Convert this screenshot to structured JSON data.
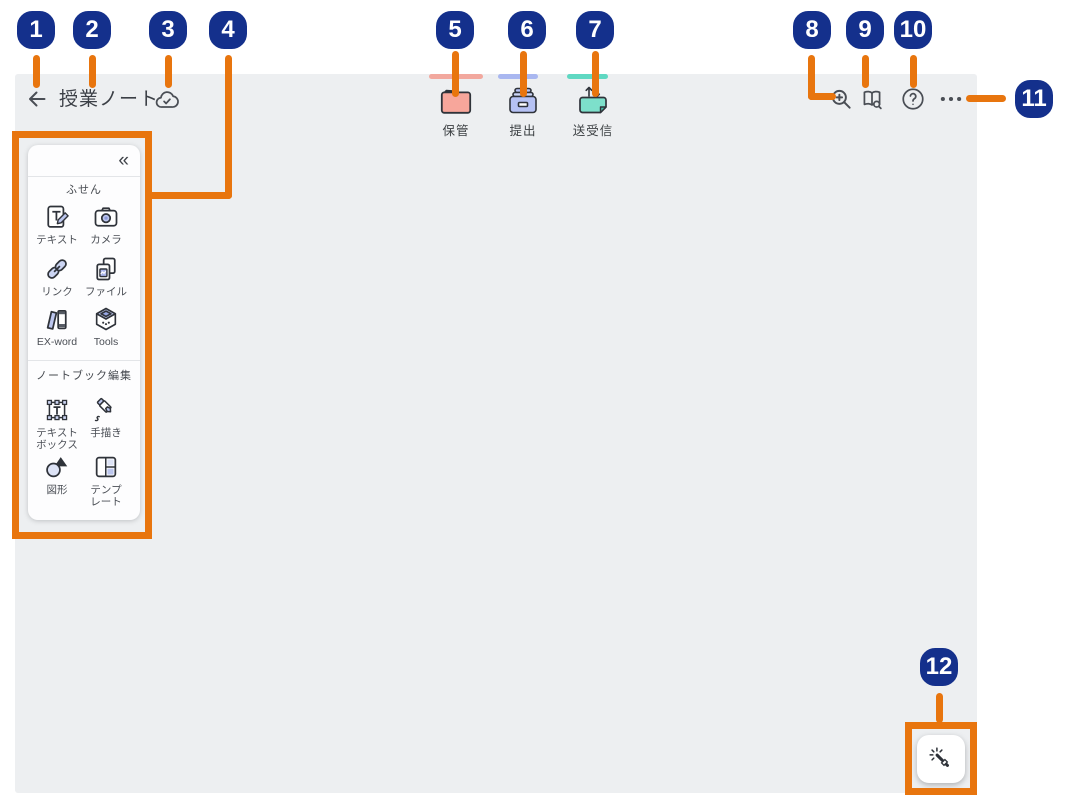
{
  "app": {
    "window_title": "授業ノート",
    "header": {
      "back_icon": "arrow-left",
      "sync_icon": "cloud-done"
    },
    "top_tabs": [
      {
        "label": "保管",
        "icon": "folder",
        "accent": "#f2a89e"
      },
      {
        "label": "提出",
        "icon": "submit-box",
        "accent": "#a9b7f0"
      },
      {
        "label": "送受信",
        "icon": "send-receive",
        "accent": "#5fd8c2"
      }
    ],
    "header_actions": [
      {
        "icon": "zoom-in"
      },
      {
        "icon": "dictionary-search"
      },
      {
        "icon": "help-circle"
      },
      {
        "icon": "more-dots"
      }
    ],
    "tool_panel": {
      "collapse_glyph": "«",
      "sections": [
        {
          "label": "ふせん",
          "tools": [
            {
              "label": "テキスト",
              "icon": "text-note"
            },
            {
              "label": "カメラ",
              "icon": "camera"
            },
            {
              "label": "リンク",
              "icon": "link"
            },
            {
              "label": "ファイル",
              "icon": "file"
            },
            {
              "label": "EX-word",
              "icon": "dictionary-books"
            },
            {
              "label": "Tools",
              "icon": "tools-cube"
            }
          ]
        },
        {
          "label": "ノートブック編集",
          "tools": [
            {
              "label": "テキスト\nボックス",
              "icon": "text-box"
            },
            {
              "label": "手描き",
              "icon": "marker-pen"
            },
            {
              "label": "図形",
              "icon": "shapes"
            },
            {
              "label": "テンプ\nレート",
              "icon": "template"
            }
          ]
        }
      ]
    },
    "fab": {
      "icon": "magic-wand"
    },
    "colors": {
      "canvas_background": "#edeff1",
      "page_background": "#ffffff",
      "icon_gray": "#4a4e55",
      "accent_blue_fill": "#bcc6ee"
    }
  },
  "annotations": {
    "badge_color": "#14308c",
    "line_color": "#e8750e",
    "badges": [
      "1",
      "2",
      "3",
      "4",
      "5",
      "6",
      "7",
      "8",
      "9",
      "10",
      "11",
      "12"
    ]
  }
}
